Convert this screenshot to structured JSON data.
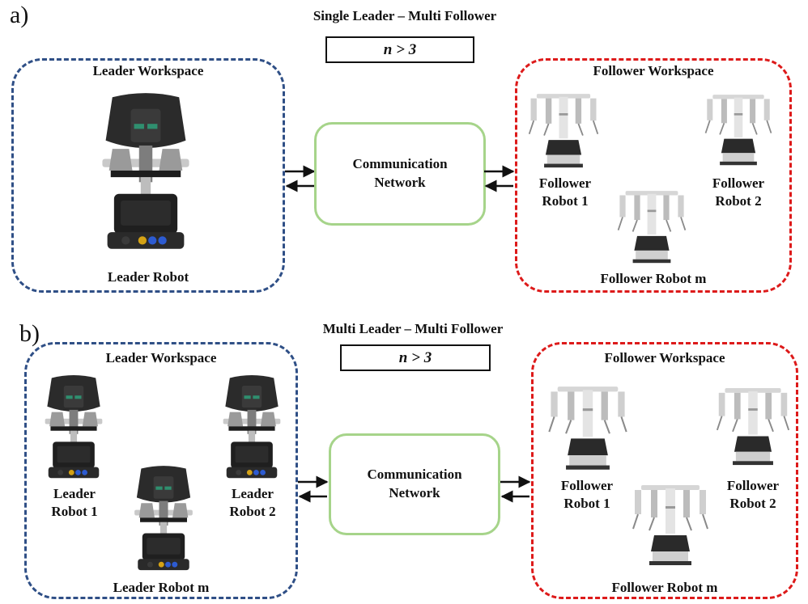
{
  "panels": {
    "a": {
      "letter": "a)",
      "title": "Single Leader – Multi Follower",
      "n_label": "n > 3",
      "leader_ws": "Leader Workspace",
      "follower_ws": "Follower Workspace",
      "comm_line1": "Communication",
      "comm_line2": "Network",
      "leader_robot": "Leader Robot",
      "f1_line1": "Follower",
      "f1_line2": "Robot 1",
      "f2_line1": "Follower",
      "f2_line2": "Robot 2",
      "fm": "Follower Robot m"
    },
    "b": {
      "letter": "b)",
      "title": "Multi Leader – Multi Follower",
      "n_label": "n > 3",
      "leader_ws": "Leader Workspace",
      "follower_ws": "Follower Workspace",
      "comm_line1": "Communication",
      "comm_line2": "Network",
      "l1_line1": "Leader",
      "l1_line2": "Robot 1",
      "l2_line1": "Leader",
      "l2_line2": "Robot 2",
      "lm": "Leader Robot m",
      "f1_line1": "Follower",
      "f1_line2": "Robot 1",
      "f2_line1": "Follower",
      "f2_line2": "Robot 2",
      "fm": "Follower Robot m"
    }
  },
  "colors": {
    "leader_border": "#2f4f86",
    "follower_border": "#dd1a1a",
    "network_border": "#a6d48a"
  }
}
